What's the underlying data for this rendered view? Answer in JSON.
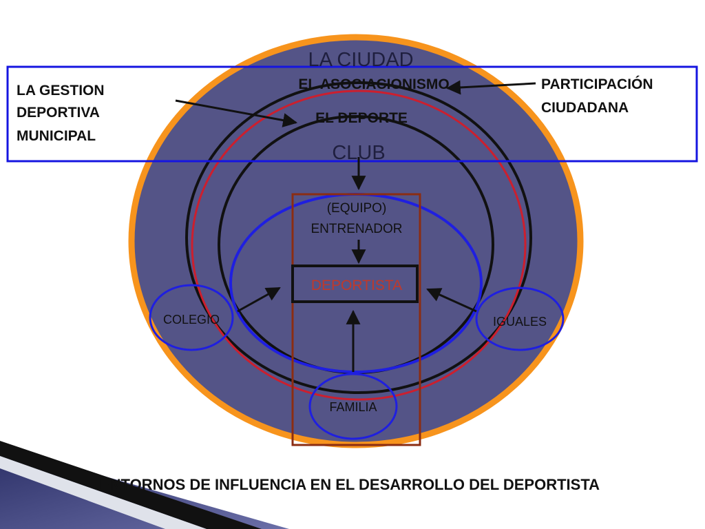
{
  "diagram": {
    "outer_circle_label": "LA CIUDAD",
    "association_label": "EL ASOCIACIONISMO",
    "sport_label": "EL DEPORTE",
    "club_label": "CLUB",
    "team_label": "(EQUIPO)",
    "coach_label": "ENTRENADOR",
    "athlete_label": "DEPORTISTA",
    "school_label": "COLEGIO",
    "peers_label": "IGUALES",
    "family_label": "FAMILIA",
    "left_note_lines": [
      "LA GESTION",
      "DEPORTIVA",
      "MUNICIPAL"
    ],
    "right_note_lines": [
      "PARTICIPACIÓN",
      "CIUDADANA"
    ],
    "caption": "ENTORNOS DE INFLUENCIA EN EL DESARROLLO DEL DEPORTISTA"
  },
  "colors": {
    "outer_fill": "#545487",
    "outer_ring": "#f7941d",
    "red_ring": "#cc1f2e",
    "blue_ring": "#1f1fe0",
    "brown_box": "#8b2d12",
    "athlete_text": "#c0392b",
    "highlight_box": "#1515e0"
  }
}
